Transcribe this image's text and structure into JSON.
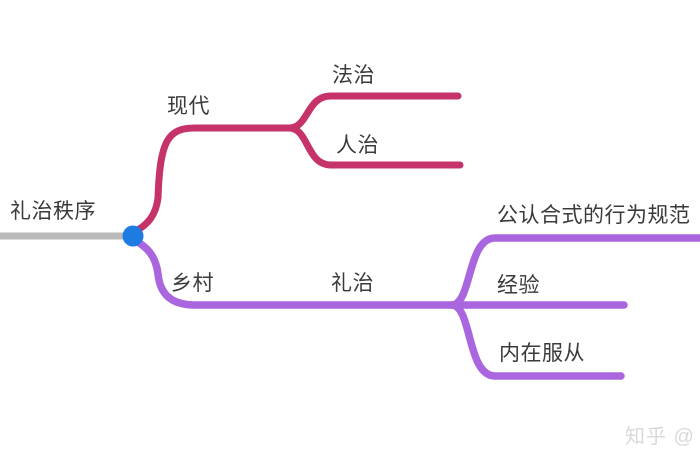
{
  "diagram": {
    "type": "mindmap",
    "root": {
      "label": "礼治秩序"
    },
    "branches": [
      {
        "label": "现代",
        "color": "#C5336A",
        "children": [
          {
            "label": "法治"
          },
          {
            "label": "人治"
          }
        ]
      },
      {
        "label": "乡村",
        "color": "#A966DE",
        "children": [
          {
            "label": "礼治",
            "children": [
              {
                "label": "公认合式的行为规范"
              },
              {
                "label": "经验"
              },
              {
                "label": "内在服从"
              }
            ]
          }
        ]
      }
    ]
  },
  "watermark": {
    "text": "知乎 @"
  },
  "colors": {
    "branch_modern": "#C5336A",
    "branch_rural": "#A966DE",
    "root_line": "#BABABA",
    "center_dot": "#1E7BE1",
    "label_text": "#3A3A3A",
    "watermark_text": "#D9D9D9",
    "background": "#FFFFFF"
  }
}
